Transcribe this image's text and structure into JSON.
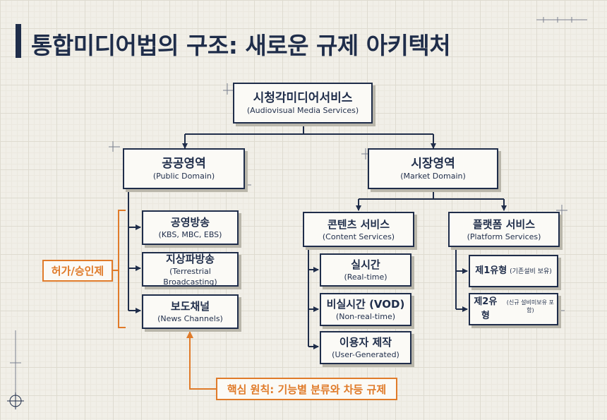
{
  "title": "통합미디어법의 구조: 새로운 규제 아키텍처",
  "root": {
    "ko": "시청각미디어서비스",
    "en": "(Audiovisual Media Services)"
  },
  "public": {
    "ko": "공공영역",
    "en": "(Public Domain)"
  },
  "market": {
    "ko": "시장영역",
    "en": "(Market Domain)"
  },
  "public_items": [
    {
      "ko": "공영방송",
      "en": "(KBS, MBC, EBS)"
    },
    {
      "ko": "지상파방송",
      "en": "(Terrestrial Broadcasting)"
    },
    {
      "ko": "보도채널",
      "en": "(News Channels)"
    }
  ],
  "content": {
    "ko": "콘텐츠 서비스",
    "en": "(Content Services)"
  },
  "platform": {
    "ko": "플랫폼 서비스",
    "en": "(Platform Services)"
  },
  "content_items": [
    {
      "ko": "실시간",
      "en": "(Real-time)"
    },
    {
      "ko": "비실시간 (VOD)",
      "en": "(Non-real-time)"
    },
    {
      "ko": "이용자 제작",
      "en": "(User-Generated)"
    }
  ],
  "platform_items": [
    {
      "ko": "제1유형",
      "sub": "(기존설비 보유)"
    },
    {
      "ko": "제2유형",
      "sub": "(신규 설비미보유 포함)"
    }
  ],
  "license_label": "허가/승인제",
  "principle_label": "핵심 원칙: 기능별 분류와 차등 규제",
  "colors": {
    "navy": "#1f2d4a",
    "accent": "#e07b2a",
    "background": "#f1efe8"
  }
}
